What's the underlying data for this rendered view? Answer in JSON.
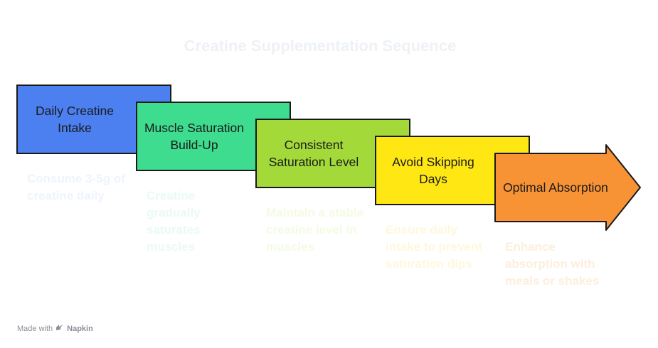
{
  "title": "Creatine Supplementation Sequence",
  "steps": [
    {
      "label": "Daily Creatine Intake",
      "description": "Consume 3-5g of creatine daily",
      "color": "#4C7FF0",
      "desc_color": "#eef3fd"
    },
    {
      "label": "Muscle Saturation Build-Up",
      "description": "Creatine gradually saturates muscles",
      "color": "#3DDC8E",
      "desc_color": "#e8fbf2"
    },
    {
      "label": "Consistent Saturation Level",
      "description": "Maintain a stable creatine level in muscles",
      "color": "#A4D93A",
      "desc_color": "#f3fbe4"
    },
    {
      "label": "Avoid Skipping Days",
      "description": "Ensure daily intake to prevent saturation dips",
      "color": "#FFE714",
      "desc_color": "#fdf8dc"
    },
    {
      "label": "Optimal Absorption",
      "description": "Enhance absorption with meals or shakes",
      "color": "#F79335",
      "desc_color": "#fdeedd"
    }
  ],
  "watermark": {
    "prefix": "Made with",
    "brand": "Napkin",
    "icon": "napkin-logo-icon"
  }
}
